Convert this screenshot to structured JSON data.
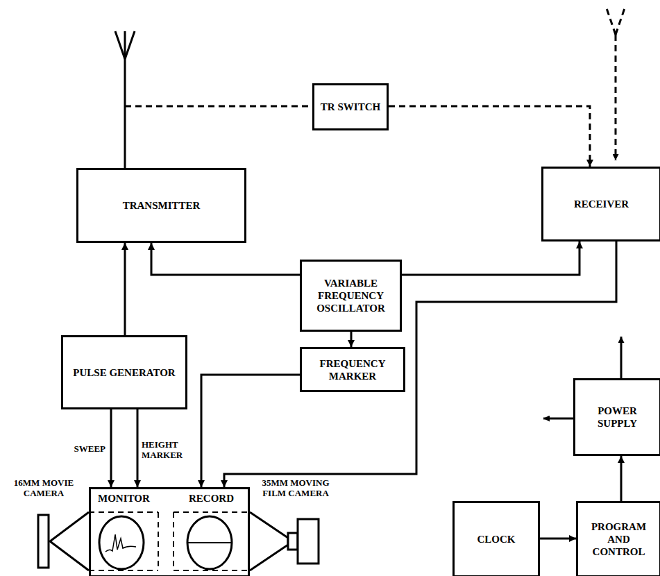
{
  "diagram": {
    "nodes": [
      {
        "text": [
          "TR SWITCH"
        ]
      },
      {
        "text": [
          "TRANSMITTER"
        ]
      },
      {
        "text": [
          "RECEIVER"
        ]
      },
      {
        "text": [
          "VARIABLE FREQUENCY OSCILLATOR"
        ]
      },
      {
        "text": [
          "PULSE GENERATOR"
        ]
      },
      {
        "text": [
          "FREQUENCY MARKER"
        ]
      },
      {
        "text": [
          "POWER SUPPLY"
        ]
      },
      {
        "text": [
          "MONITOR",
          "RECORD"
        ]
      },
      {
        "text": [
          "CLOCK"
        ]
      },
      {
        "text": [
          "PROGRAM AND CONTROL"
        ]
      }
    ],
    "edges": [
      {
        "from": 0,
        "to": 2,
        "arrow": "to"
      },
      {
        "from": 4,
        "to": 1,
        "arrow": "to"
      },
      {
        "from": 3,
        "to": 1,
        "arrow": "to"
      },
      {
        "from": 3,
        "to": 2,
        "arrow": "to"
      },
      {
        "from": 3,
        "to": 5,
        "arrow": "to"
      },
      {
        "from": 5,
        "to": 7,
        "arrow": "to"
      },
      {
        "from": 4,
        "to": 7,
        "label": "SWEEP",
        "arrow": "to"
      },
      {
        "from": 4,
        "to": 7,
        "label": "HEIGHT MARKER",
        "arrow": "to"
      },
      {
        "from": 2,
        "to": 7,
        "arrow": "to"
      },
      {
        "from": 8,
        "to": 9,
        "arrow": "to"
      },
      {
        "from": 9,
        "to": 6,
        "arrow": "to"
      }
    ],
    "labels": [
      "16MM MOVIE CAMERA",
      "35MM MOVING FILM CAMERA"
    ]
  }
}
